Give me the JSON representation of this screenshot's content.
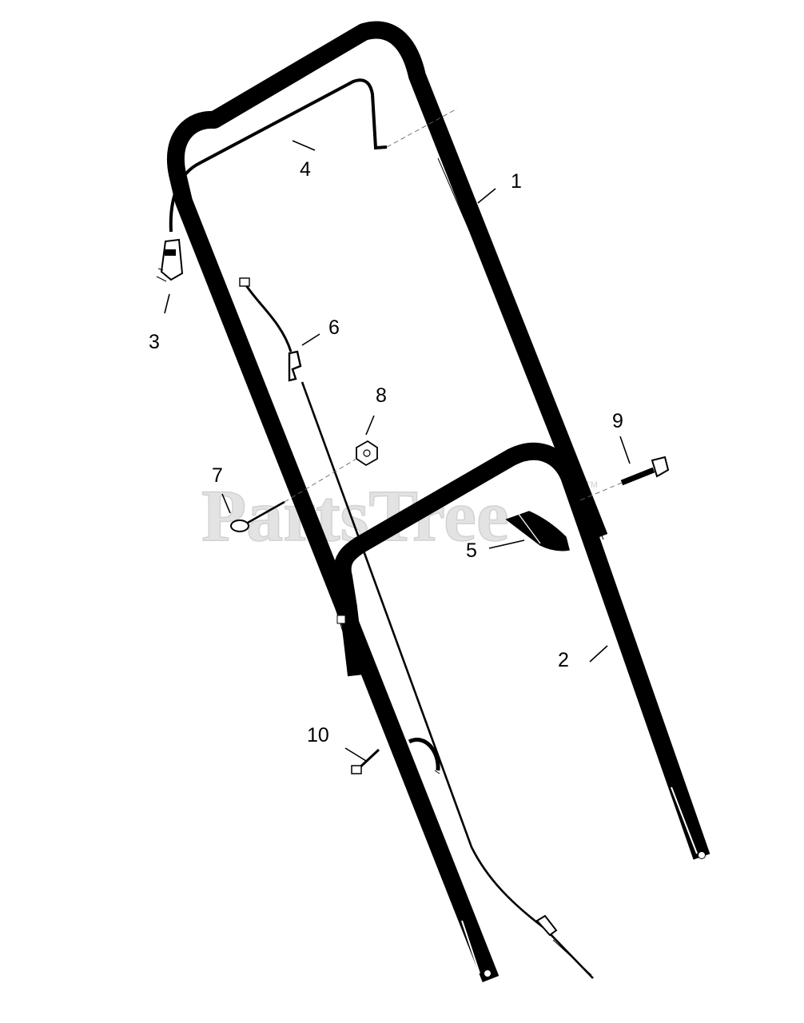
{
  "watermark": {
    "text": "PartsTree",
    "trademark": "TM"
  },
  "callouts": {
    "c1": "1",
    "c2": "2",
    "c3": "3",
    "c4": "4",
    "c5": "5",
    "c6": "6",
    "c7": "7",
    "c8": "8",
    "c9": "9",
    "c10": "10"
  },
  "colors": {
    "line": "#000000",
    "background": "#ffffff",
    "watermark": "#e3e3e3"
  }
}
